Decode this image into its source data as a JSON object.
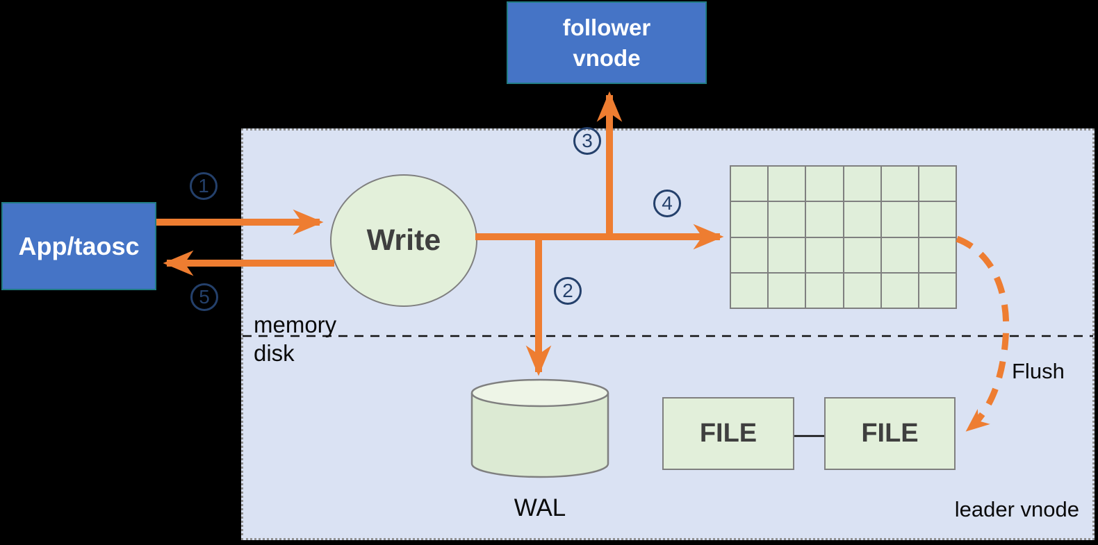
{
  "nodes": {
    "follower_vnode": {
      "label": "follower\nvnode"
    },
    "app_taosc": {
      "label": "App/taosc"
    },
    "write_process": {
      "label": "Write"
    },
    "wal": {
      "label": "WAL"
    },
    "file_left": {
      "label": "FILE"
    },
    "file_right": {
      "label": "FILE"
    }
  },
  "labels": {
    "memory": "memory",
    "disk": "disk",
    "flush": "Flush",
    "leader_vnode": "leader vnode"
  },
  "steps": [
    {
      "number": "1"
    },
    {
      "number": "2"
    },
    {
      "number": "3"
    },
    {
      "number": "4"
    },
    {
      "number": "5"
    }
  ],
  "grid": {
    "rows": 4,
    "cols": 6
  },
  "colors": {
    "background": "#000000",
    "node_blue": "#4574c6",
    "node_border_teal": "#217c84",
    "panel_fill": "#dae2f3",
    "panel_border_gray": "#8f8f8f",
    "shape_green": "#e2efda",
    "shape_border_gray": "#7f7f7f",
    "arrow_orange": "#ee7d31",
    "step_navy": "#24406b",
    "dark_text": "#3f3f3f"
  }
}
